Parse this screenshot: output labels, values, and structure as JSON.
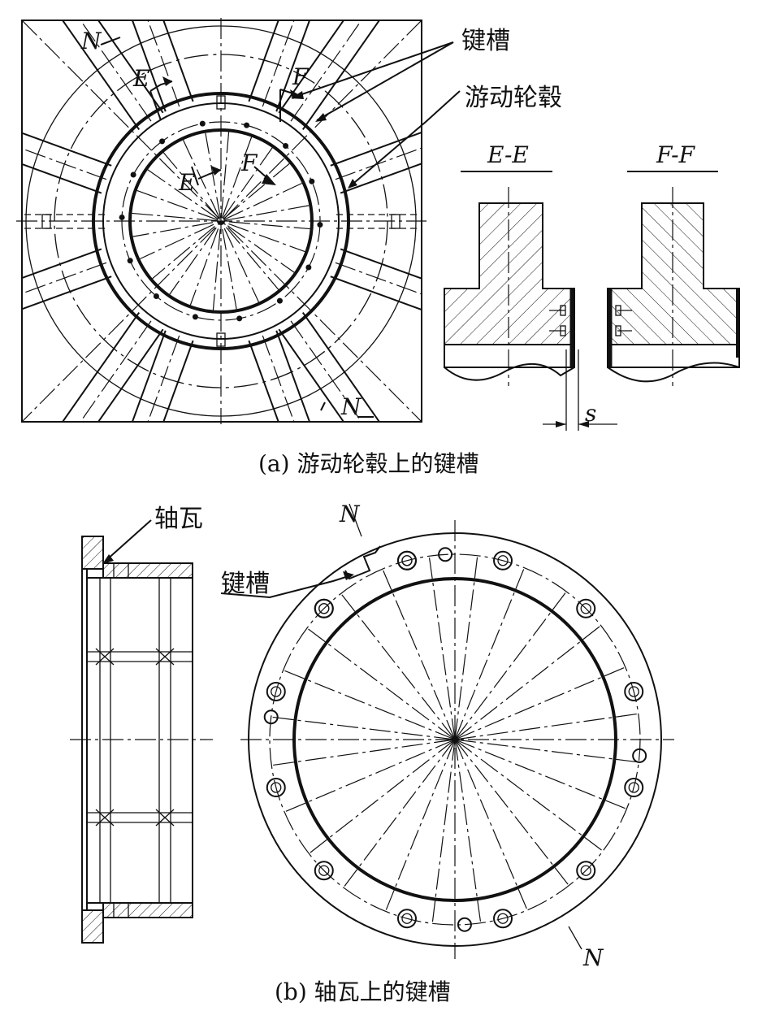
{
  "panel_a": {
    "label_keyway": "键槽",
    "label_hub": "游动轮毂",
    "section_e_title": "E-E",
    "section_f_title": "F-F",
    "marker_n": "N",
    "marker_e": "E",
    "marker_f": "F",
    "dim_s": "s",
    "caption": "(a) 游动轮毂上的键槽"
  },
  "panel_b": {
    "label_bearing": "轴瓦",
    "label_keyway": "键槽",
    "marker_n": "N",
    "caption": "(b) 轴瓦上的键槽"
  }
}
